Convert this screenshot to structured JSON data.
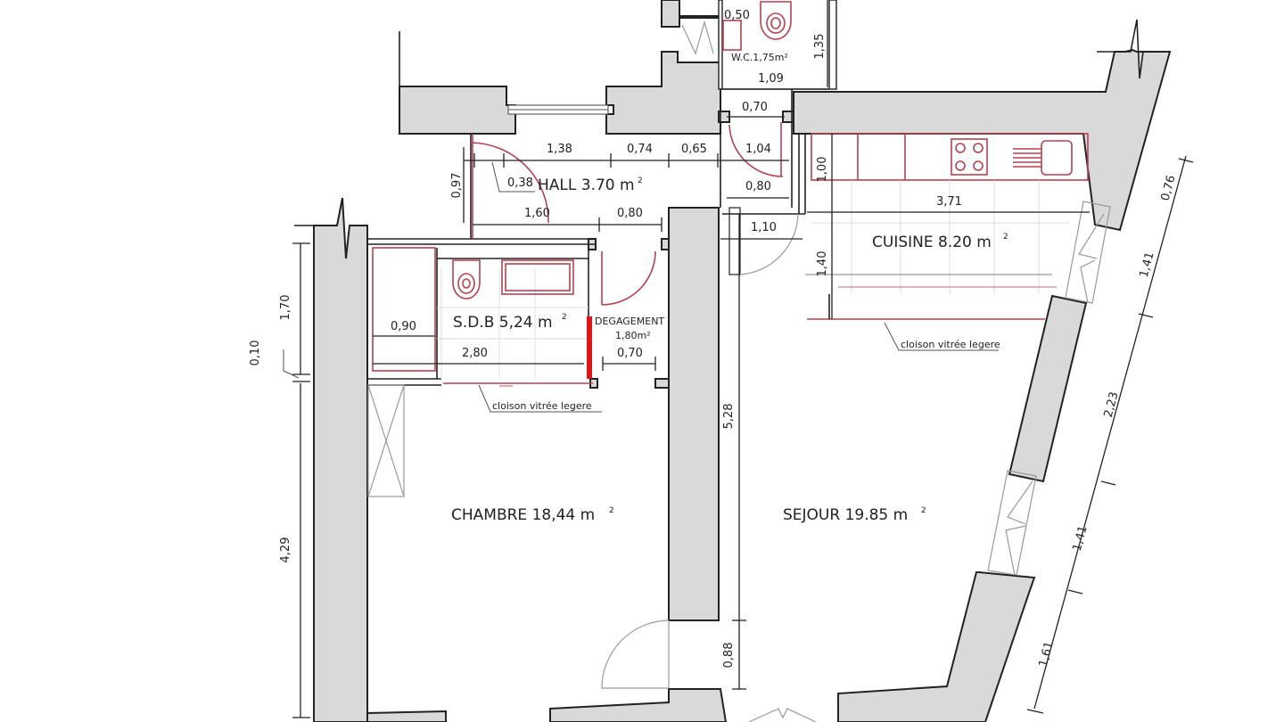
{
  "plan": {
    "colors": {
      "wall": "#d9d9d9",
      "line": "#222222",
      "fixture": "#b8404e",
      "glass_partition": "#e01515"
    },
    "rooms": {
      "wc": {
        "name": "W.C.",
        "area": "1,75",
        "unit": "m²",
        "label": "W.C.1,75m²"
      },
      "hall": {
        "name": "HALL",
        "area": "3.70",
        "label": "HALL 3.70 m",
        "sup": "2"
      },
      "cuisine": {
        "name": "CUISINE",
        "area": "8.20",
        "label": "CUISINE 8.20 m",
        "sup": "2"
      },
      "sdb": {
        "name": "S.D.B",
        "area": "5,24",
        "label": "S.D.B 5,24 m",
        "sup": "2"
      },
      "degagement": {
        "name": "DEGAGEMENT",
        "area": "1,80m²",
        "label": "DEGAGEMENT",
        "area_label": "1,80m²"
      },
      "chambre": {
        "name": "CHAMBRE",
        "area": "18,44",
        "label": "CHAMBRE 18,44 m",
        "sup": "2"
      },
      "sejour": {
        "name": "SEJOUR",
        "area": "19.85",
        "label": "SEJOUR 19.85 m",
        "sup": "2"
      }
    },
    "notes": {
      "cloison_sdb": "cloison vitrée legere",
      "cloison_cuisine": "cloison vitrée legere"
    },
    "dimensions": {
      "wc_050": "0,50",
      "wc_135": "1,35",
      "wc_109": "1,09",
      "passage_070": "0,70",
      "hall_138": "1,38",
      "hall_074": "0,74",
      "hall_065": "0,65",
      "hall_104": "1,04",
      "hall_097": "0,97",
      "hall_038": "0,38",
      "hall_160": "1,60",
      "hall_080": "0,80",
      "passage_080": "0,80",
      "passage_110": "1,10",
      "cuisine_100": "1,00",
      "cuisine_371": "3,71",
      "cuisine_140": "1,40",
      "chambre_170": "1,70",
      "chambre_010": "0,10",
      "chambre_429": "4,29",
      "sdb_090": "0,90",
      "sdb_280": "2,80",
      "deg_070": "0,70",
      "sejour_528": "5,28",
      "sejour_088": "0,88",
      "facade_076": "0,76",
      "facade_141a": "1,41",
      "facade_223": "2,23",
      "facade_141b": "1,41",
      "facade_161": "1,61"
    }
  }
}
